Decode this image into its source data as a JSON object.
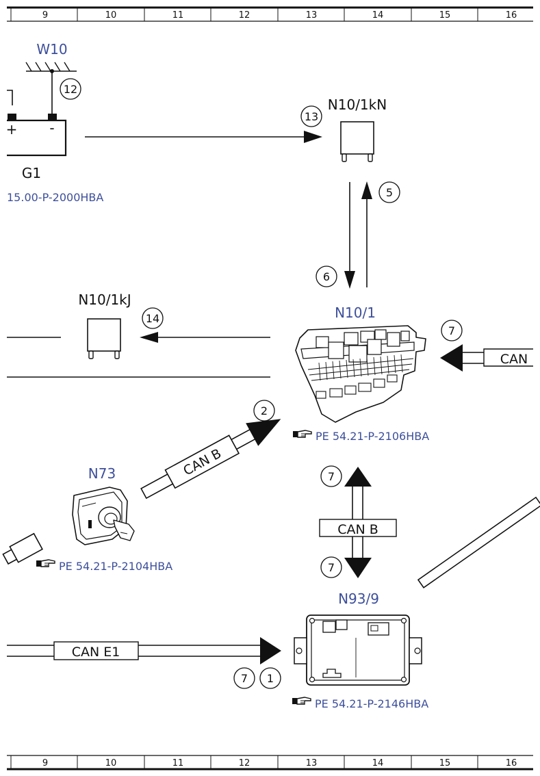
{
  "column_ruler": {
    "columns": [
      "9",
      "10",
      "11",
      "12",
      "13",
      "14",
      "15",
      "16"
    ]
  },
  "components": {
    "w10": {
      "label": "W10"
    },
    "g1": {
      "label": "G1",
      "plus": "+",
      "minus": "-",
      "ref": "15.00-P-2000HBA"
    },
    "n10_1kn": {
      "label": "N10/1kN"
    },
    "n10_1kj": {
      "label": "N10/1kJ"
    },
    "n10_1": {
      "label": "N10/1",
      "ref": "PE 54.21-P-2106HBA"
    },
    "n73": {
      "label": "N73",
      "ref": "PE 54.21-P-2104HBA"
    },
    "n93_9": {
      "label": "N93/9",
      "ref": "PE 54.21-P-2146HBA"
    }
  },
  "bus_labels": {
    "can_right": "CAN",
    "can_b_diagonal": "CAN B",
    "can_b_vertical": "CAN B",
    "can_e1": "CAN E1"
  },
  "callouts": {
    "c12": "12",
    "c13": "13",
    "c5": "5",
    "c6": "6",
    "c14": "14",
    "c7_right": "7",
    "c2": "2",
    "c7_up": "7",
    "c7_down": "7",
    "c7_bottom": "7",
    "c1": "1"
  },
  "colors": {
    "label_blue": "#3d4f9b",
    "line": "#111111"
  },
  "icons": {
    "reference": "pointing-hand-icon"
  }
}
